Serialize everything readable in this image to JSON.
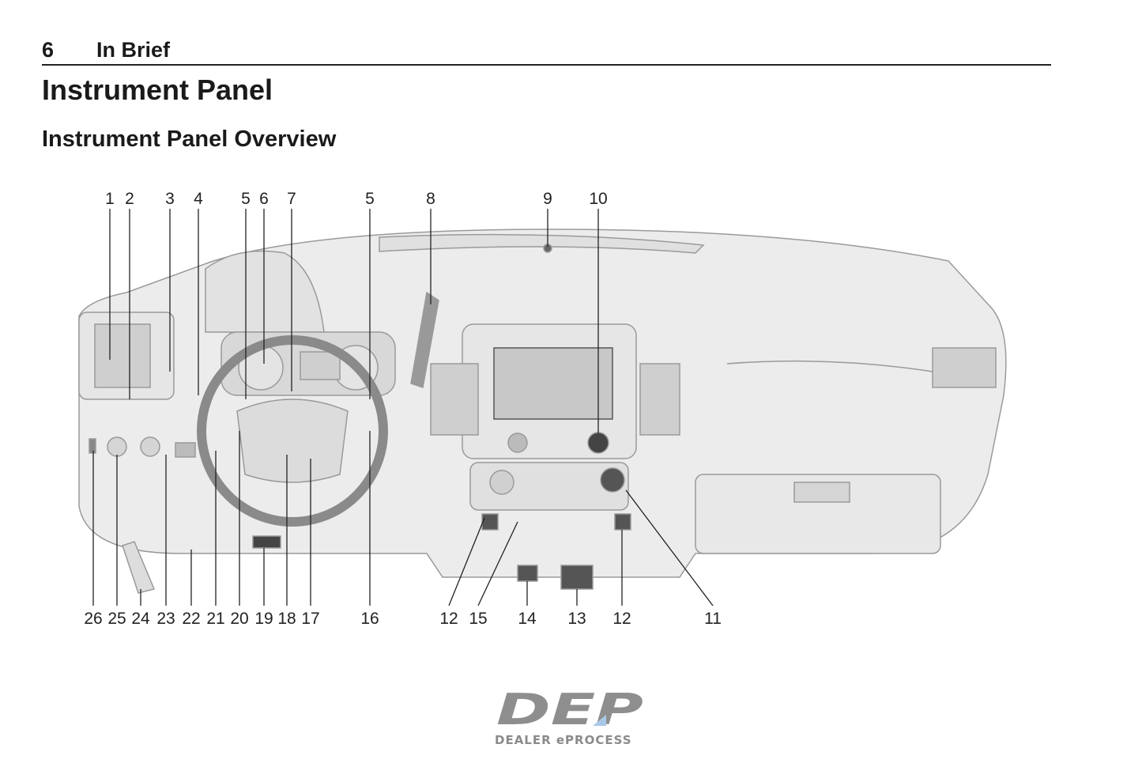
{
  "header": {
    "page_number": "6",
    "section": "In Brief"
  },
  "title": "Instrument Panel",
  "subtitle": "Instrument Panel Overview",
  "diagram": {
    "top_callouts": [
      "1",
      "2",
      "3",
      "4",
      "5",
      "6",
      "7",
      "5",
      "8",
      "9",
      "10"
    ],
    "bottom_callouts": [
      "26",
      "25",
      "24",
      "23",
      "22",
      "21",
      "20",
      "19",
      "18",
      "17",
      "16",
      "12",
      "15",
      "14",
      "13",
      "12",
      "11"
    ]
  },
  "logo": {
    "text": "DEP",
    "subtext": "DEALER ePROCESS",
    "accent": "#a9c8e8"
  }
}
